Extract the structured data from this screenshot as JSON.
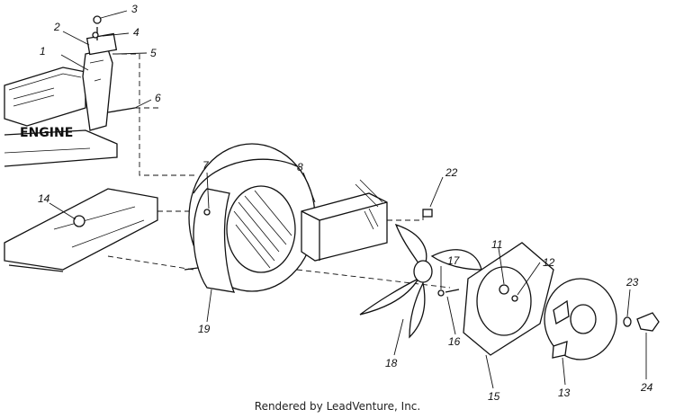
{
  "engine_label": "ENGINE",
  "footer": "Rendered by LeadVenture, Inc.",
  "callouts": {
    "c1": "1",
    "c2": "2",
    "c3": "3",
    "c4": "4",
    "c5": "5",
    "c6": "6",
    "c7": "7",
    "c8": "8",
    "c11": "11",
    "c12": "12",
    "c13": "13",
    "c14": "14",
    "c15": "15",
    "c16": "16",
    "c17": "17",
    "c18": "18",
    "c19": "19",
    "c22": "22",
    "c23": "23",
    "c24": "24"
  }
}
